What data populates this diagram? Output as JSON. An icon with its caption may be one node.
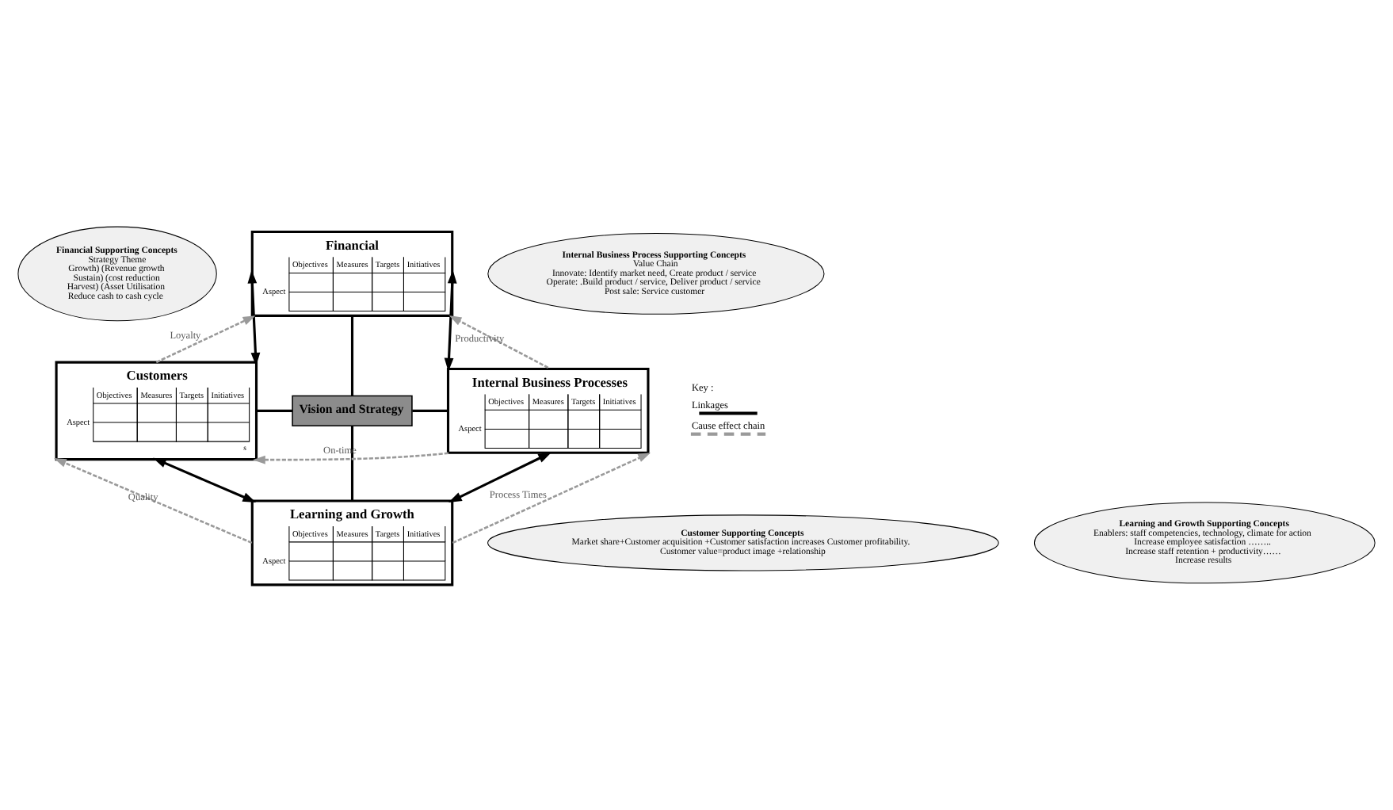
{
  "diagram": {
    "nodes": [
      {
        "text": [
          "Financial Supporting Concepts",
          "Strategy Theme",
          "Growth) (Revenue growth",
          "Sustain) (cost reduction",
          "Harvest) (Asset Utilisation",
          "Reduce cash to cash cycle"
        ]
      },
      {
        "text": [
          "Internal Business Process Supporting Concepts",
          "Value Chain",
          "Innovate: Identify market need, Create product / service",
          "Operate: .Build product / service, Deliver product / service",
          "Post sale: Service customer"
        ]
      },
      {
        "text": [
          "Financial",
          "Objectives",
          "Measures",
          "Targets",
          "Initiatives",
          "Aspect"
        ]
      },
      {
        "text": [
          "Customers",
          "Objectives",
          "Measures",
          "Targets",
          "Initiatives",
          "Aspect",
          "s"
        ]
      },
      {
        "text": [
          "Vision and Strategy"
        ]
      },
      {
        "text": [
          "Internal Business Processes",
          "Objectives",
          "Measures",
          "Targets",
          "Initiatives",
          "Aspect"
        ]
      },
      {
        "text": [
          "Learning and Growth",
          "Objectives",
          "Measures",
          "Targets",
          "Initiatives",
          "Aspect"
        ]
      },
      {
        "text": [
          "Customer Supporting Concepts",
          "Market share+Customer acquisition +Customer satisfaction increases Customer profitability.",
          "Customer value=product image +relationship"
        ]
      },
      {
        "text": [
          "Learning and Growth Supporting Concepts",
          "Enablers: staff competencies, technology, climate for action",
          "Increase employee satisfaction ……..",
          "Increase staff retention + productivity……",
          "Increase results"
        ]
      }
    ],
    "edges": [
      {
        "from": 3,
        "to": 2,
        "arrow": "both"
      },
      {
        "from": 2,
        "to": 5,
        "arrow": "both"
      },
      {
        "from": 3,
        "to": 6,
        "arrow": "both"
      },
      {
        "from": 5,
        "to": 6,
        "arrow": "both"
      },
      {
        "from": 2,
        "to": 4,
        "arrow": "none"
      },
      {
        "from": 3,
        "to": 4,
        "arrow": "none"
      },
      {
        "from": 4,
        "to": 5,
        "arrow": "none"
      },
      {
        "from": 4,
        "to": 6,
        "arrow": "none"
      },
      {
        "from": 3,
        "to": 2,
        "arrow": "to",
        "label": "Loyalty",
        "style": "dashed",
        "color": "#9a9a9a"
      },
      {
        "from": 5,
        "to": 2,
        "arrow": "to",
        "label": "Productivity",
        "style": "dashed",
        "color": "#9a9a9a"
      },
      {
        "from": 5,
        "to": 3,
        "arrow": "to",
        "label": "On-time",
        "style": "dashed",
        "color": "#9a9a9a"
      },
      {
        "from": 6,
        "to": 3,
        "arrow": "to",
        "label": "Quality",
        "style": "dashed",
        "color": "#9a9a9a"
      },
      {
        "from": 6,
        "to": 5,
        "arrow": "to",
        "label": "Process Times",
        "style": "dashed",
        "color": "#9a9a9a"
      }
    ],
    "labels": [
      "Key :"
    ],
    "legend": [
      {
        "text": "Linkages"
      },
      {
        "text": "Cause effect chain"
      }
    ]
  }
}
